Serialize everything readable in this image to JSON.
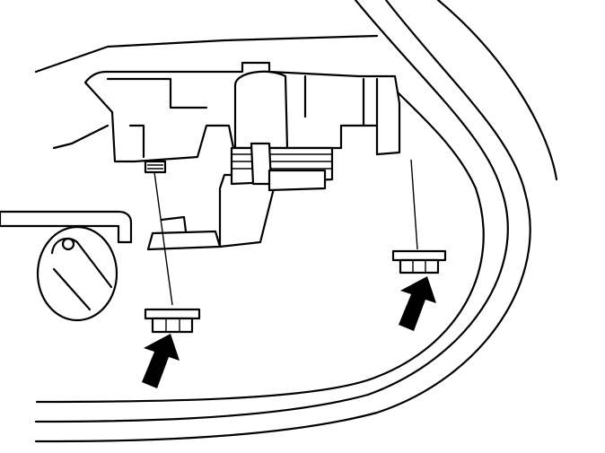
{
  "diagram": {
    "colors": {
      "line": "#000000",
      "background": "#ffffff",
      "arrow": "#000000"
    },
    "parts": [
      "housing-outline",
      "lamp-bracket-assembly",
      "bulb-socket",
      "hex-key-tool",
      "detail-inset",
      "flange-nut-left",
      "flange-nut-right",
      "arrow-left",
      "arrow-right"
    ]
  }
}
